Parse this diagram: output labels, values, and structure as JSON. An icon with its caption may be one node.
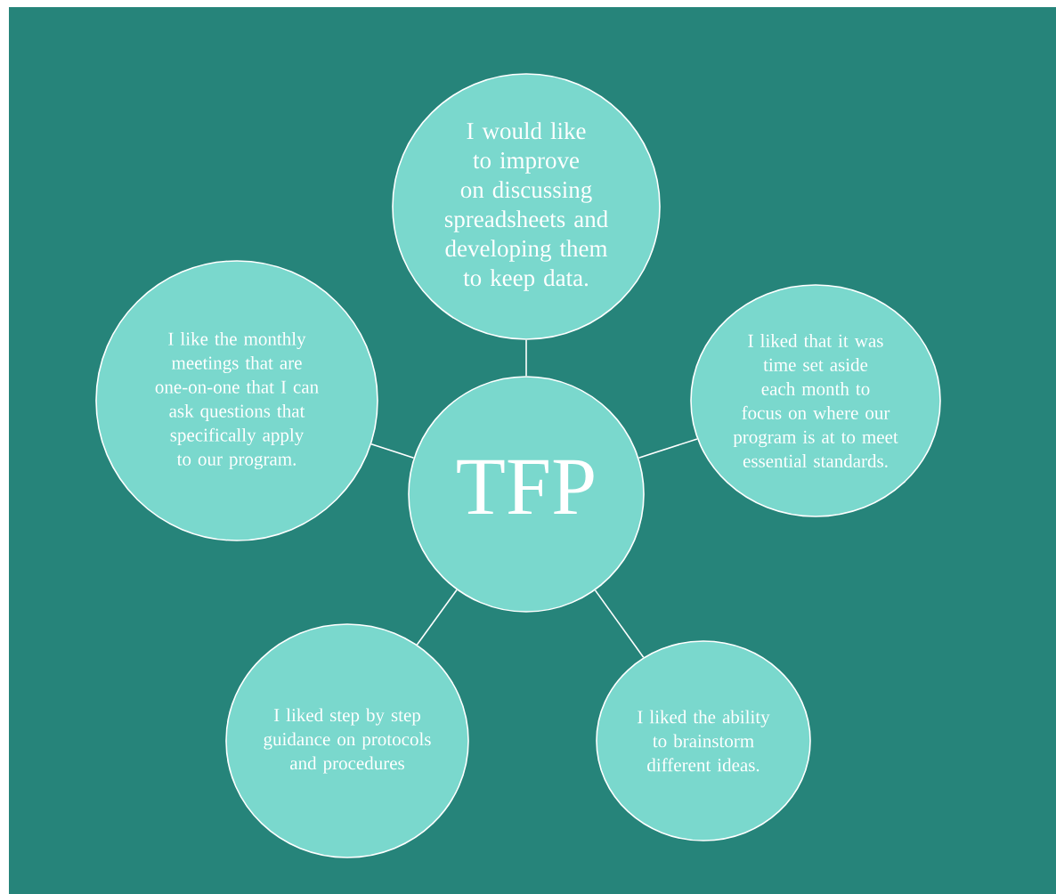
{
  "diagram": {
    "nodes": [
      {
        "text": [
          "I would like to improve on discussing spreadsheets and developing them to keep data."
        ]
      },
      {
        "text": [
          "I like the monthly meetings that are one-on-one that I can ask questions that specifically apply to our program."
        ]
      },
      {
        "text": [
          "TFP"
        ]
      },
      {
        "text": [
          "I liked that it was time set aside each month to focus on where our program is at to meet essential standards."
        ]
      },
      {
        "text": [
          "I liked step by step guidance on protocols and procedures"
        ]
      },
      {
        "text": [
          "I liked the ability to brainstorm different ideas."
        ]
      }
    ],
    "edges": [
      {
        "from": 2,
        "to": 0,
        "arrow": "none"
      },
      {
        "from": 2,
        "to": 1,
        "arrow": "none"
      },
      {
        "from": 2,
        "to": 3,
        "arrow": "none"
      },
      {
        "from": 2,
        "to": 4,
        "arrow": "none"
      },
      {
        "from": 2,
        "to": 5,
        "arrow": "none"
      }
    ]
  }
}
